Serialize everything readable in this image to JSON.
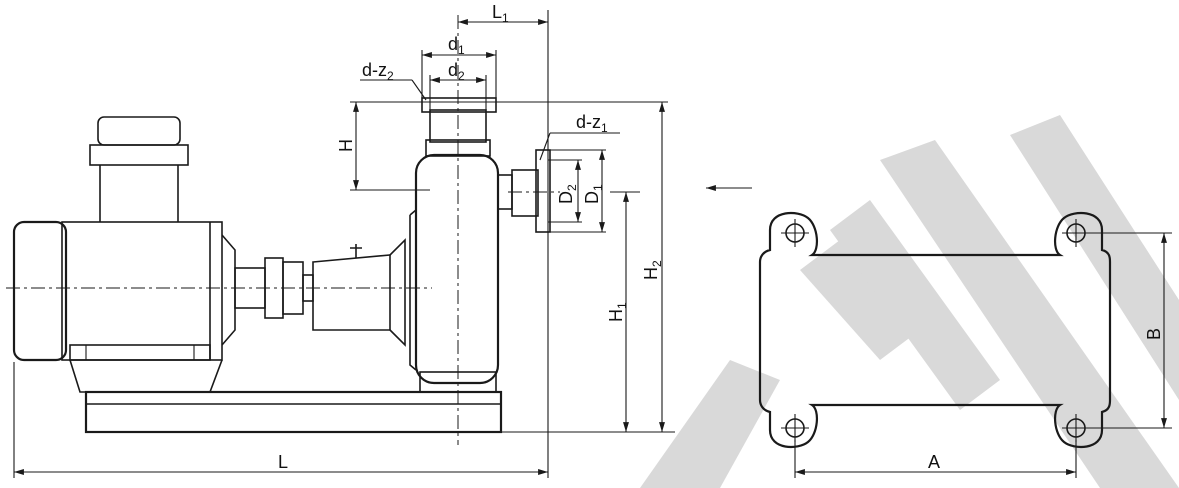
{
  "labels": {
    "L1": {
      "main": "L",
      "sub": "1"
    },
    "d1": {
      "main": "d",
      "sub": "1"
    },
    "d2": {
      "main": "d",
      "sub": "2"
    },
    "dz2": {
      "main": "d-z",
      "sub": "2"
    },
    "dz1": {
      "main": "d-z",
      "sub": "1"
    },
    "H": {
      "main": "H",
      "sub": ""
    },
    "D1": {
      "main": "D",
      "sub": "1"
    },
    "D2": {
      "main": "D",
      "sub": "2"
    },
    "H1": {
      "main": "H",
      "sub": "1"
    },
    "H2": {
      "main": "H",
      "sub": "2"
    },
    "L": {
      "main": "L",
      "sub": ""
    },
    "A": {
      "main": "A",
      "sub": ""
    },
    "B": {
      "main": "B",
      "sub": ""
    }
  },
  "colors": {
    "line": "#1a1a1a",
    "watermark": "#d9d9d9",
    "background": "#ffffff"
  }
}
